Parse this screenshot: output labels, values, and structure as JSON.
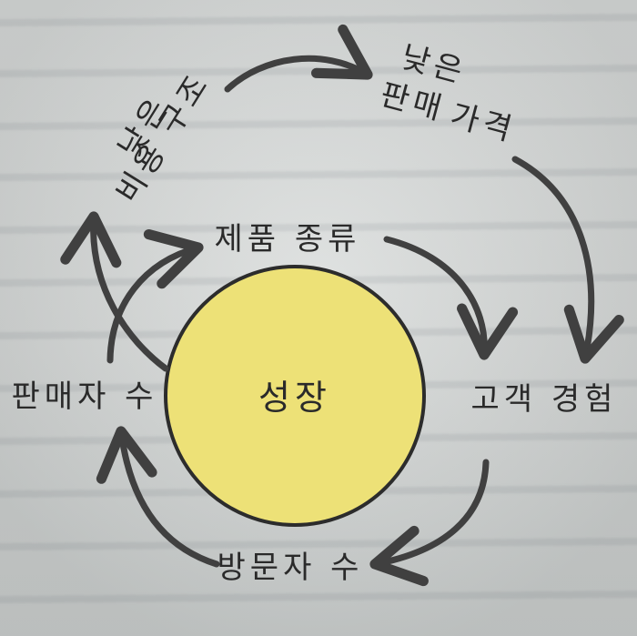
{
  "center": {
    "label": "성장",
    "fill_color": "#ede177",
    "stroke_color": "#2c2c2c"
  },
  "cycle_nodes": {
    "low_cost": {
      "line_1": "낮은",
      "line_2": "비용 구조"
    },
    "low_price": {
      "line_1": "낮은",
      "line_2": "판매",
      "line_3": "가격"
    },
    "product_variety": "제품 종류",
    "customer_experience": "고객 경험",
    "visitor_count": "방문자 수",
    "seller_count": "판매자 수"
  },
  "colors": {
    "ink": "#2a2a2a",
    "arrow": "#404040",
    "paper": "#d9dcdc"
  }
}
